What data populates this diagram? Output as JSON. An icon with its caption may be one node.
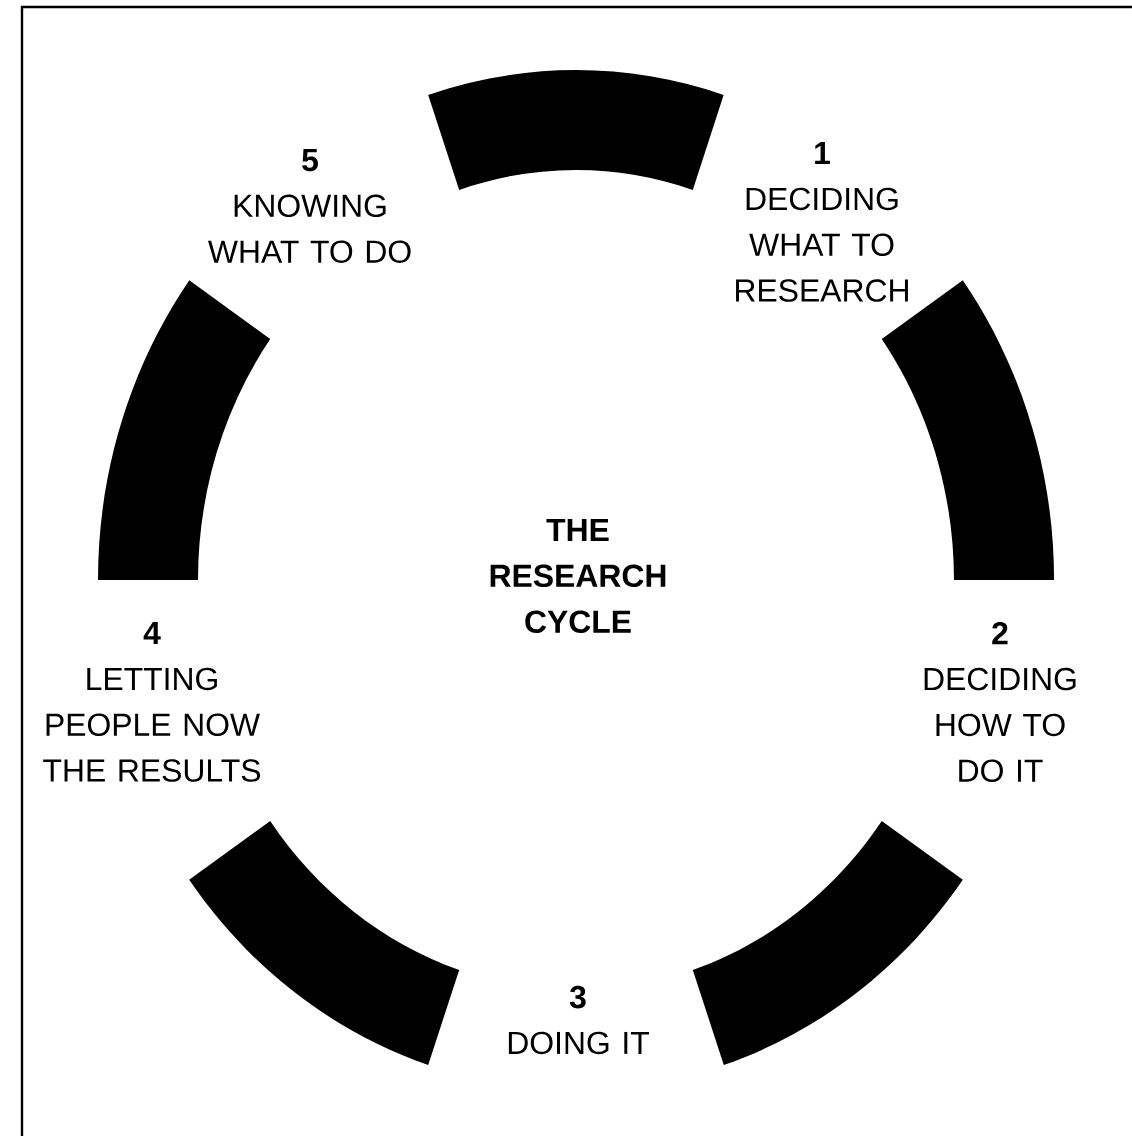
{
  "diagram": {
    "title": "THE RESEARCH CYCLE",
    "nodes": [
      {
        "text": [
          "1",
          "DECIDING WHAT TO RESEARCH"
        ]
      },
      {
        "text": [
          "2",
          "DECIDING HOW TO DO IT"
        ]
      },
      {
        "text": [
          "3",
          "DOING IT"
        ]
      },
      {
        "text": [
          "4",
          "LETTING PEOPLE NOW THE RESULTS"
        ]
      },
      {
        "text": [
          "5",
          "KNOWING WHAT TO DO"
        ]
      }
    ],
    "edges": [
      {
        "from": 0,
        "to": 1,
        "arrow": "none",
        "style": "thick"
      },
      {
        "from": 1,
        "to": 2,
        "arrow": "none",
        "style": "thick"
      },
      {
        "from": 2,
        "to": 3,
        "arrow": "none",
        "style": "thick"
      },
      {
        "from": 3,
        "to": 4,
        "arrow": "none",
        "style": "thick"
      },
      {
        "from": 4,
        "to": 0,
        "arrow": "none",
        "style": "thick"
      }
    ]
  }
}
